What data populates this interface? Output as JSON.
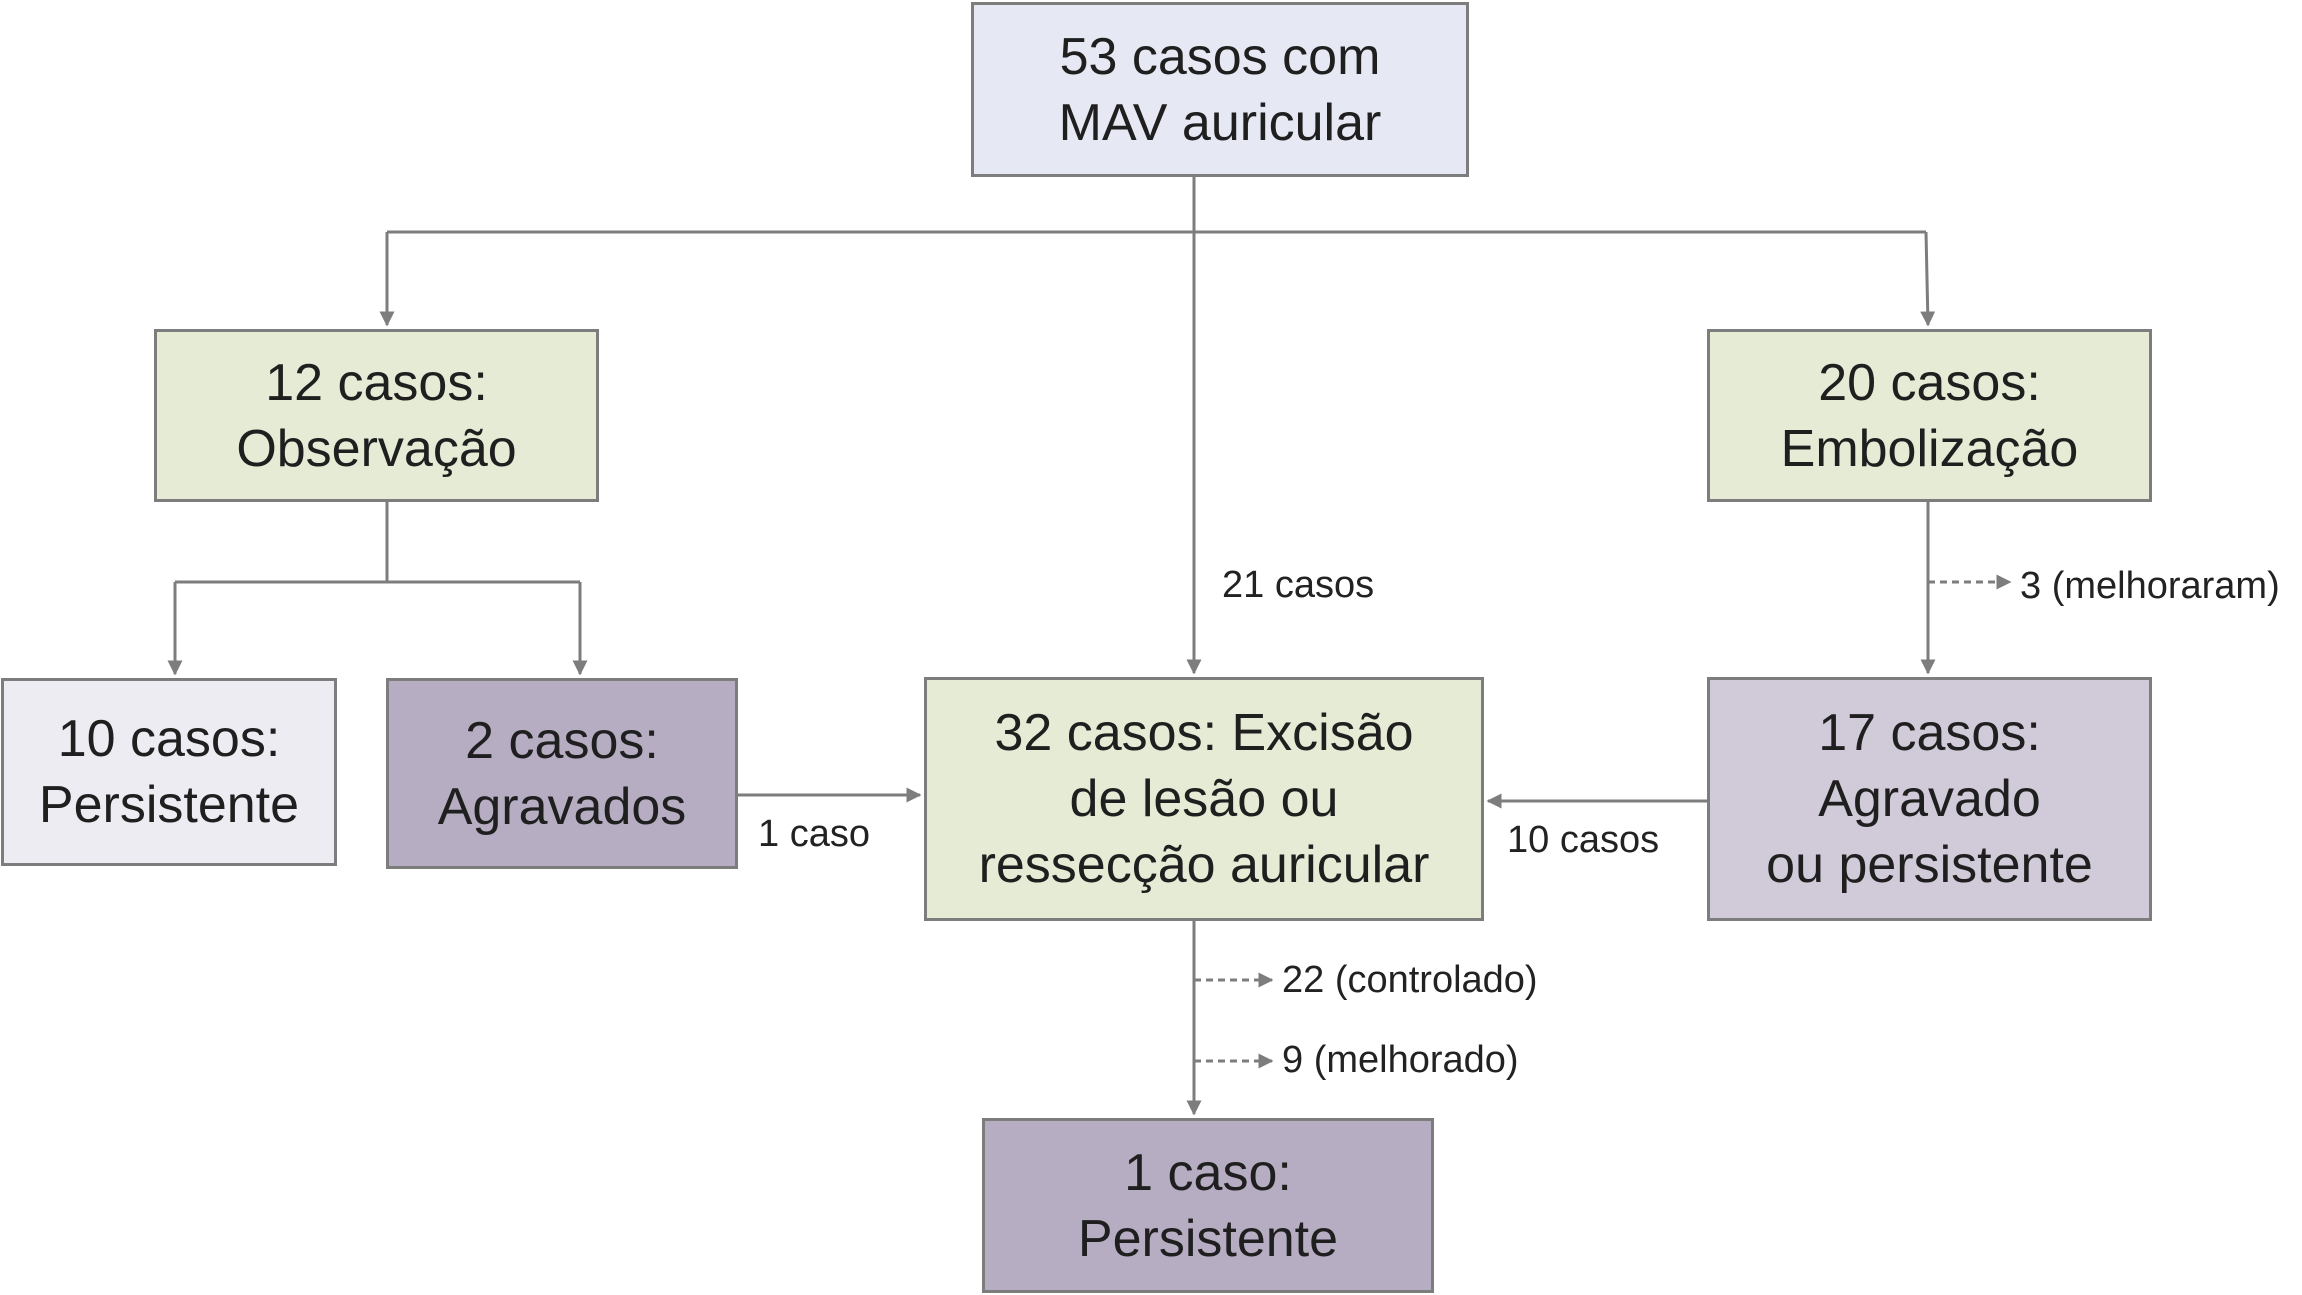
{
  "colors": {
    "root_fill": "#e6e8f4",
    "green_fill": "#e5ebd4",
    "light_purple_fill": "#eeecf3",
    "dark_purple_fill": "#b6adc3",
    "mid_purple_fill": "#d1cad9",
    "border": "#7d7d7d",
    "line": "#7d7d7d"
  },
  "boxes": {
    "root": {
      "lines": [
        "53 casos com",
        "MAV auricular"
      ]
    },
    "observacao": {
      "lines": [
        "12 casos:",
        "Observação"
      ]
    },
    "embolizacao": {
      "lines": [
        "20 casos:",
        "Embolização"
      ]
    },
    "persistente_esq": {
      "lines": [
        "10 casos:",
        "Persistente"
      ]
    },
    "agravados": {
      "lines": [
        "2 casos:",
        "Agravados"
      ]
    },
    "excisao": {
      "lines": [
        "32 casos: Excisão",
        "de lesão ou",
        "ressecção auricular"
      ]
    },
    "agravado_persistente": {
      "lines": [
        "17 casos:",
        "Agravado",
        "ou persistente"
      ]
    },
    "persistente_final": {
      "lines": [
        "1 caso:",
        "Persistente"
      ]
    }
  },
  "edge_labels": {
    "casos_21": "21 casos",
    "caso_1": "1 caso",
    "casos_10": "10 casos",
    "melhoraram_3": "3 (melhoraram)",
    "controlado_22": "22 (controlado)",
    "melhorado_9": "9 (melhorado)"
  }
}
